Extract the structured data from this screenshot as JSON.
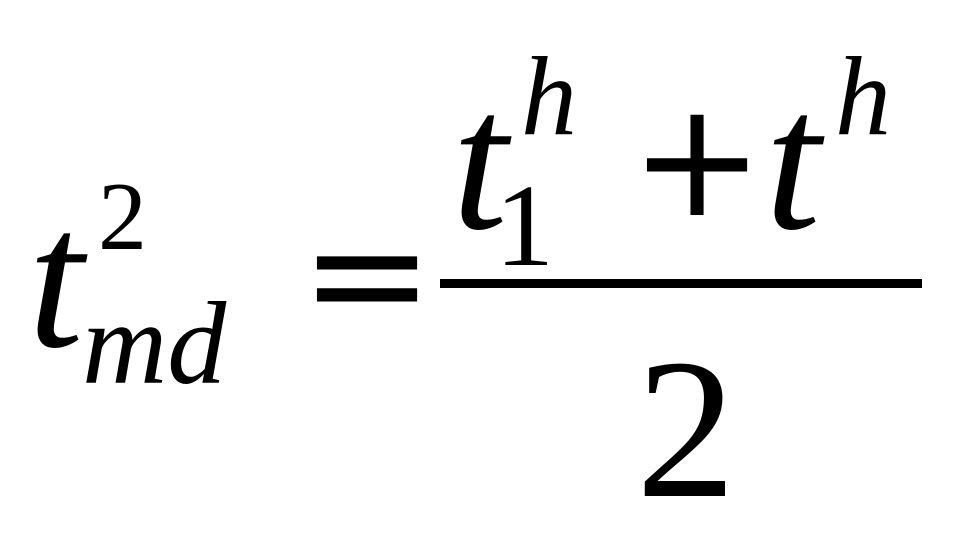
{
  "formula": {
    "lhs": {
      "base": "t",
      "superscript": "2",
      "subscript": "md"
    },
    "equals": "=",
    "numerator": {
      "term1_base": "t",
      "term1_superscript": "h",
      "term1_subscript": "1",
      "plus": "+",
      "term2_base": "t",
      "term2_superscript": "h"
    },
    "denominator": "2"
  }
}
